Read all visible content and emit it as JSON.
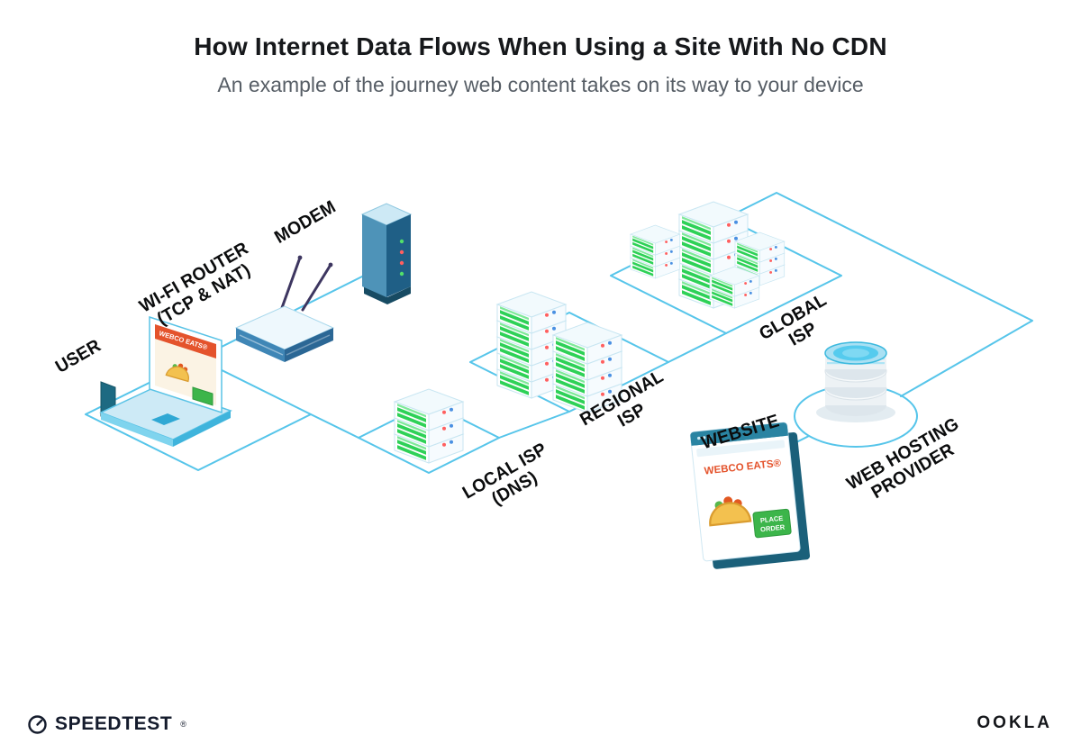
{
  "header": {
    "title": "How Internet Data Flows When Using a Site With No CDN",
    "subtitle": "An example of the journey web content takes on its way to your device"
  },
  "diagram": {
    "nodes": {
      "user": "USER",
      "wifi_router": "WI-FI ROUTER\n(TCP & NAT)",
      "modem": "MODEM",
      "local_isp": "LOCAL ISP\n(DNS)",
      "regional_isp": "REGIONAL\nISP",
      "global_isp": "GLOBAL\nISP",
      "web_hosting": "WEB HOSTING\nPROVIDER",
      "website": "WEBSITE"
    },
    "laptop_screen": {
      "brand": "WEBCO EATS®"
    },
    "website_screen": {
      "brand": "WEBCO EATS®",
      "cta_line1": "PLACE",
      "cta_line2": "ORDER"
    },
    "colors": {
      "connection_line": "#56C5EA",
      "brand_orange": "#E4532C",
      "server_green": "#2ED157",
      "cta_green": "#3CB54A",
      "device_teal": "#1F5F86"
    }
  },
  "footer": {
    "speedtest_label": "SPEEDTEST",
    "speedtest_mark": "®",
    "ookla_label": "OOKLA"
  }
}
